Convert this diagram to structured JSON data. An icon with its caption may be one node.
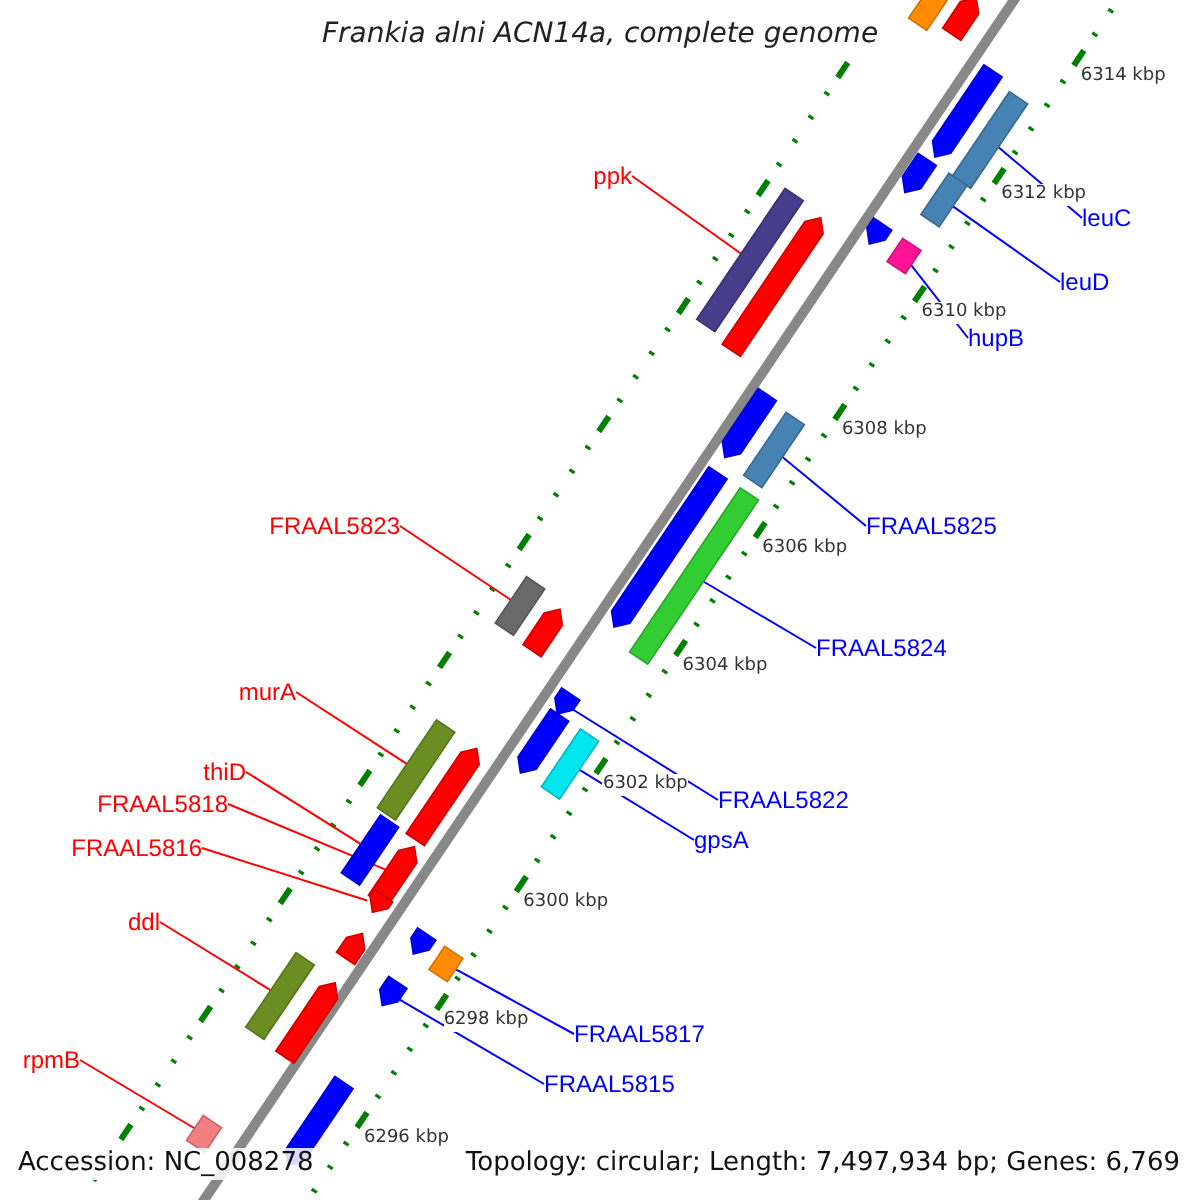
{
  "diagram": {
    "title": "Frankia alni ACN14a, complete genome",
    "nodes": [
      {
        "text": [
          "ppk"
        ]
      },
      {
        "text": [
          "leuC"
        ]
      },
      {
        "text": [
          "leuD"
        ]
      },
      {
        "text": [
          "hupB"
        ]
      },
      {
        "text": [
          "FRAAL5825"
        ]
      },
      {
        "text": [
          "FRAAL5823"
        ]
      },
      {
        "text": [
          "FRAAL5824"
        ]
      },
      {
        "text": [
          "murA"
        ]
      },
      {
        "text": [
          "FRAAL5822"
        ]
      },
      {
        "text": [
          "gpsA"
        ]
      },
      {
        "text": [
          "thiD"
        ]
      },
      {
        "text": [
          "FRAAL5818"
        ]
      },
      {
        "text": [
          "FRAAL5816"
        ]
      },
      {
        "text": [
          "ddl"
        ]
      },
      {
        "text": [
          "FRAAL5817"
        ]
      },
      {
        "text": [
          "FRAAL5815"
        ]
      },
      {
        "text": [
          "rpmB"
        ]
      },
      {
        "text": [],
        "shape": "bar"
      },
      {
        "text": [],
        "shape": "bar"
      },
      {
        "text": [],
        "shape": "bar"
      },
      {
        "text": [],
        "shape": "bar"
      },
      {
        "text": [],
        "shape": "bar"
      },
      {
        "text": [],
        "shape": "bar"
      },
      {
        "text": [],
        "shape": "bar"
      },
      {
        "text": [],
        "shape": "bar"
      },
      {
        "text": [],
        "shape": "bar"
      },
      {
        "text": [],
        "shape": "bar"
      },
      {
        "text": [],
        "shape": "bar"
      },
      {
        "text": [],
        "shape": "bar"
      },
      {
        "text": [],
        "shape": "bar"
      },
      {
        "text": [],
        "shape": "bar"
      },
      {
        "text": [],
        "shape": "bar"
      },
      {
        "text": [],
        "shape": "bar"
      },
      {
        "text": [],
        "shape": "bar"
      },
      {
        "text": [],
        "shape": "bar"
      },
      {
        "text": [],
        "shape": "bar"
      },
      {
        "text": [],
        "shape": "bar"
      },
      {
        "text": [],
        "shape": "bar"
      },
      {
        "text": [],
        "shape": "bar"
      },
      {
        "text": [],
        "shape": "bar"
      },
      {
        "text": [],
        "shape": "bar"
      },
      {
        "text": [],
        "shape": "bar"
      },
      {
        "text": [],
        "shape": "bar"
      },
      {
        "text": [],
        "shape": "bar"
      },
      {
        "text": [],
        "shape": "bar"
      },
      {
        "text": [],
        "shape": "bar"
      },
      {
        "text": [],
        "shape": "bar"
      },
      {
        "text": [],
        "shape": "bar"
      },
      {
        "text": [],
        "shape": "bar"
      }
    ],
    "edges": [
      {
        "from": 0,
        "to": 25,
        "arrow": "none",
        "color": "#ff0000"
      },
      {
        "from": 1,
        "to": 20,
        "arrow": "none"
      },
      {
        "from": 2,
        "to": 22,
        "arrow": "none"
      },
      {
        "from": 3,
        "to": 24,
        "arrow": "none"
      },
      {
        "from": 4,
        "to": 28,
        "arrow": "none"
      },
      {
        "from": 5,
        "to": 31,
        "arrow": "none",
        "color": "#ff0000"
      },
      {
        "from": 6,
        "to": 30,
        "arrow": "none"
      },
      {
        "from": 7,
        "to": 36,
        "arrow": "none",
        "color": "#ff0000"
      },
      {
        "from": 8,
        "to": 33,
        "arrow": "none"
      },
      {
        "from": 9,
        "to": 35,
        "arrow": "none"
      },
      {
        "from": 10,
        "to": 38,
        "arrow": "none",
        "color": "#ff0000"
      },
      {
        "from": 11,
        "to": 39,
        "arrow": "none",
        "color": "#ff0000"
      },
      {
        "from": 12,
        "to": 40,
        "arrow": "none",
        "color": "#ff0000"
      },
      {
        "from": 13,
        "to": 45,
        "arrow": "none",
        "color": "#ff0000"
      },
      {
        "from": 14,
        "to": 43,
        "arrow": "none"
      },
      {
        "from": 15,
        "to": 44,
        "arrow": "none"
      },
      {
        "from": 16,
        "to": 47,
        "arrow": "none",
        "color": "#ff0000"
      }
    ],
    "labels": [
      "6314 kbp",
      "6312 kbp",
      "6310 kbp",
      "6308 kbp",
      "6306 kbp",
      "6304 kbp",
      "6302 kbp",
      "6300 kbp",
      "6298 kbp",
      "6296 kbp",
      "Accession: NC_008278",
      "Topology: circular; Length: 7,497,934 bp; Genes: 6,769"
    ]
  }
}
